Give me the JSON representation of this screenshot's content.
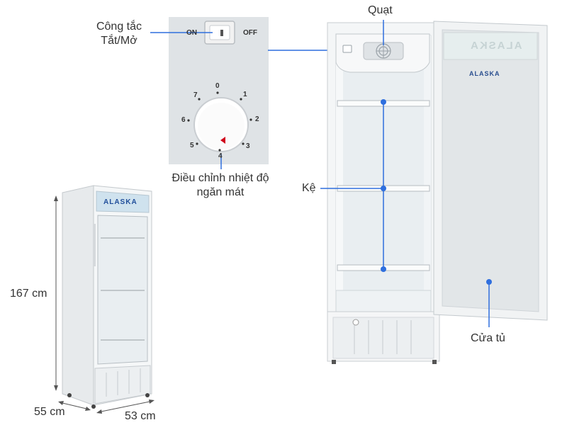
{
  "labels": {
    "switch_line1": "Công tắc",
    "switch_line2": "Tắt/Mở",
    "thermo_line1": "Điều chỉnh nhiệt độ",
    "thermo_line2": "ngăn mát",
    "fan": "Quạt",
    "shelf": "Kệ",
    "door": "Cửa tủ"
  },
  "switch": {
    "on": "ON",
    "off": "OFF"
  },
  "dial": {
    "n0": "0",
    "n1": "1",
    "n2": "2",
    "n3": "3",
    "n4": "4",
    "n5": "5",
    "n6": "6",
    "n7": "7"
  },
  "brand": {
    "top_sign": "ALASKA",
    "door_logo": "ALASKA",
    "small_logo": "ALASKA"
  },
  "dimensions": {
    "height": "167 cm",
    "depth": "55 cm",
    "width": "53 cm"
  },
  "colors": {
    "marker": "#2f6fde",
    "line": "#2f6fde",
    "panel": "#dfe3e6",
    "accent_red": "#d0021b"
  }
}
